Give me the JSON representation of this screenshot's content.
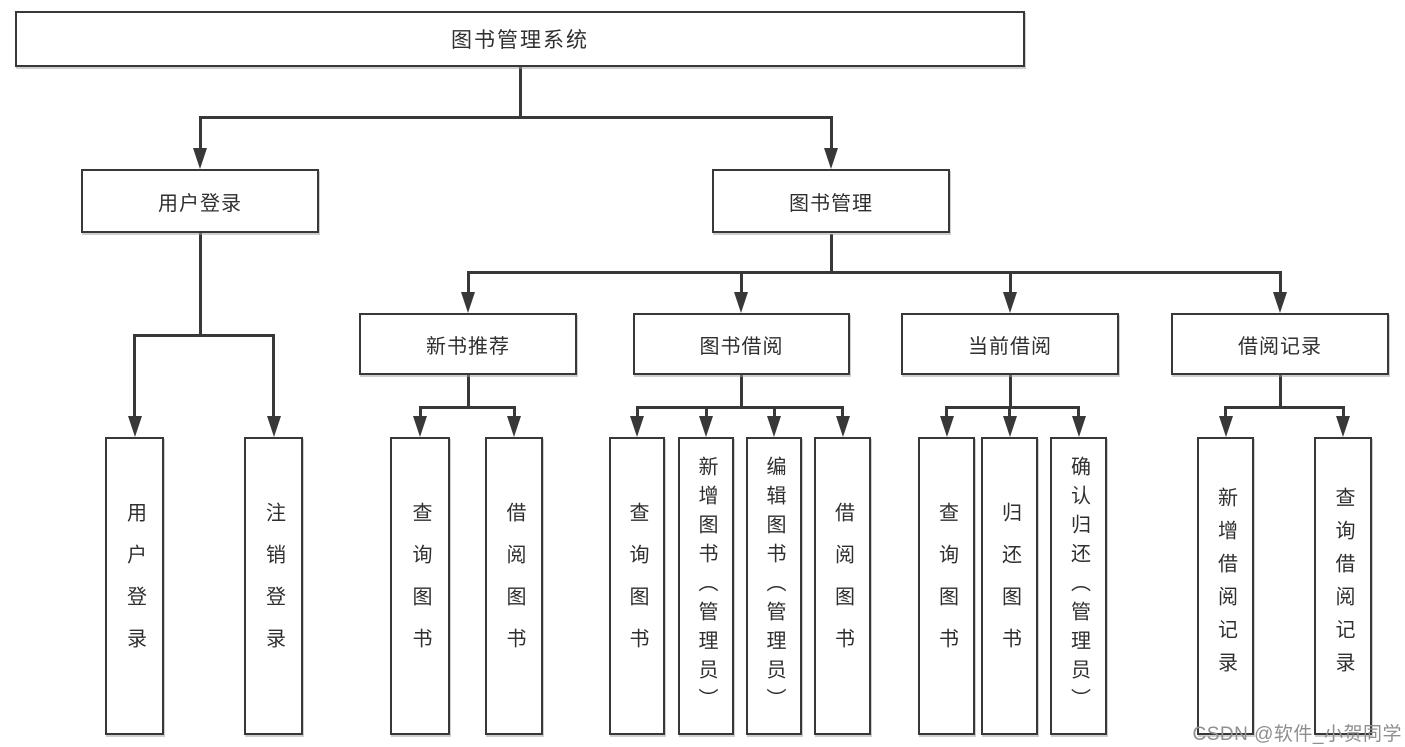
{
  "colors": {
    "line": "#383838",
    "text": "#2f2f2f",
    "background": "#ffffff",
    "watermark": "#8f8f8f"
  },
  "tree": {
    "root": {
      "label": "图书管理系统"
    },
    "level2": [
      {
        "label": "用户登录"
      },
      {
        "label": "图书管理"
      }
    ],
    "level3": [
      {
        "label": "新书推荐",
        "parent": "图书管理"
      },
      {
        "label": "图书借阅",
        "parent": "图书管理"
      },
      {
        "label": "当前借阅",
        "parent": "图书管理"
      },
      {
        "label": "借阅记录",
        "parent": "图书管理"
      }
    ],
    "leaves": [
      {
        "label": "用户登录",
        "parent": "用户登录"
      },
      {
        "label": "注销登录",
        "parent": "用户登录"
      },
      {
        "label": "查询图书",
        "parent": "新书推荐"
      },
      {
        "label": "借阅图书",
        "parent": "新书推荐"
      },
      {
        "label": "查询图书",
        "parent": "图书借阅"
      },
      {
        "label": "新增图书（管理员）",
        "parent": "图书借阅"
      },
      {
        "label": "编辑图书（管理员）",
        "parent": "图书借阅"
      },
      {
        "label": "借阅图书",
        "parent": "图书借阅"
      },
      {
        "label": "查询图书",
        "parent": "当前借阅"
      },
      {
        "label": "归还图书",
        "parent": "当前借阅"
      },
      {
        "label": "确认归还（管理员）",
        "parent": "当前借阅"
      },
      {
        "label": "新增借阅记录",
        "parent": "借阅记录"
      },
      {
        "label": "查询借阅记录",
        "parent": "借阅记录"
      }
    ]
  },
  "watermark": {
    "label": "CSDN @软件_小贺同学"
  }
}
